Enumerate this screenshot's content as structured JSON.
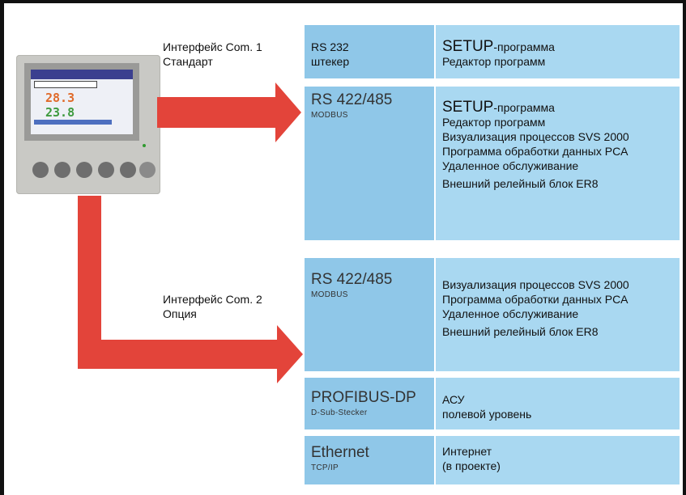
{
  "com1": {
    "line1": "Интерфейс Com. 1",
    "line2": "Стандарт"
  },
  "com2": {
    "line1": "Интерфейс Com. 2",
    "line2": "Опция"
  },
  "rows": [
    {
      "left_title": "RS 232",
      "left_sub": "штекер",
      "right": [
        "SETUP-программа",
        "Редактор программ"
      ]
    },
    {
      "left_title": "RS 422/485",
      "left_sub": "MODBUS",
      "right": [
        "SETUP-программа",
        "Редактор программ",
        "Визуализация процессов SVS 2000",
        "Программа обработки данных PCA",
        "Удаленное обслуживание",
        "Внешний релейный блок ER8"
      ]
    },
    {
      "left_title": "RS 422/485",
      "left_sub": "MODBUS",
      "right": [
        "Визуализация процессов SVS 2000",
        "Программа обработки данных PCA",
        "Удаленное обслуживание",
        "Внешний релейный блок ER8"
      ]
    },
    {
      "left_title": "PROFIBUS-DP",
      "left_sub": "D-Sub-Stecker",
      "right": [
        "АСУ",
        "полевой уровень"
      ]
    },
    {
      "left_title": "Ethernet",
      "left_sub": "TCP/IP",
      "right": [
        "Интернет",
        "(в проекте)"
      ]
    }
  ],
  "setup_parts": {
    "big": "SETUP",
    "rest": "-программа"
  },
  "colors": {
    "arrow": "#e3443a",
    "box_left": "#8fc7e8",
    "box_right": "#a9d8f1"
  }
}
